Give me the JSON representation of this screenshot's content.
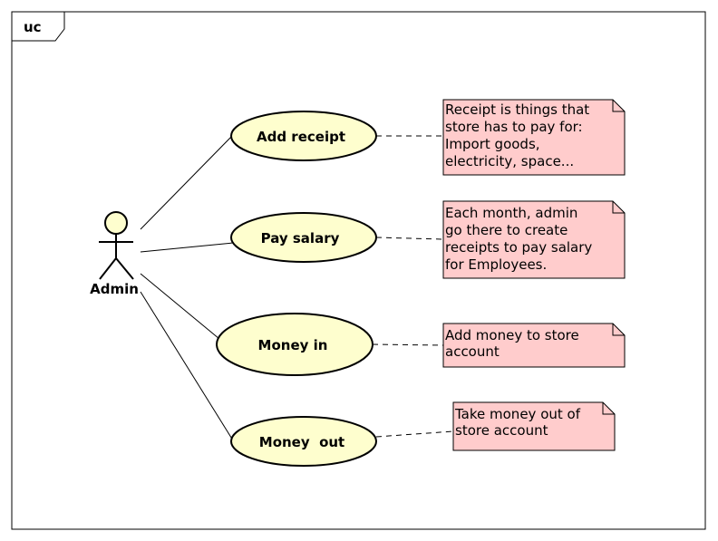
{
  "frame": {
    "label": "uc"
  },
  "actor": {
    "name": "Admin"
  },
  "use_cases": [
    {
      "id": "add-receipt",
      "label": "Add receipt"
    },
    {
      "id": "pay-salary",
      "label": "Pay salary"
    },
    {
      "id": "money-in",
      "label": "Money in"
    },
    {
      "id": "money-out",
      "label": "Money  out"
    }
  ],
  "notes": [
    {
      "for": "add-receipt",
      "lines": [
        "Receipt is things that",
        "store has to pay for:",
        "Import goods,",
        "electricity, space..."
      ]
    },
    {
      "for": "pay-salary",
      "lines": [
        "Each month, admin",
        "go there to create",
        "receipts to pay salary",
        "for Employees."
      ]
    },
    {
      "for": "money-in",
      "lines": [
        "Add money to store",
        "account"
      ]
    },
    {
      "for": "money-out",
      "lines": [
        "Take money out of",
        "store account"
      ]
    }
  ],
  "colors": {
    "use_case_fill": "#FEFECE",
    "actor_fill": "#FEFECE",
    "note_fill": "#FFCCCC",
    "stroke": "#000000"
  }
}
